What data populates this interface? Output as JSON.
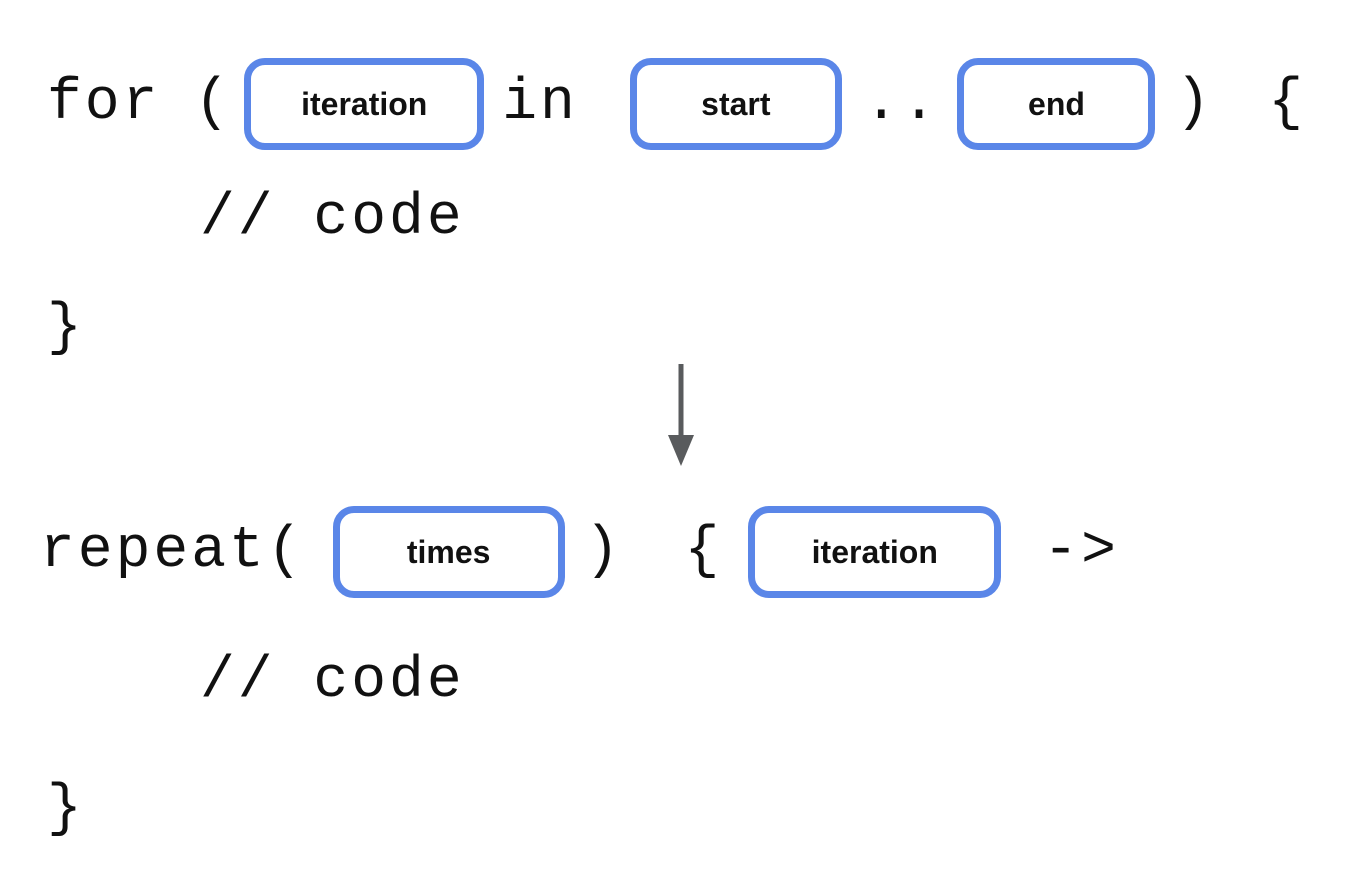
{
  "for_syntax": {
    "keyword": "for",
    "open_paren": "(",
    "keyword_in": "in",
    "range_operator": "..",
    "close_paren": ")",
    "open_brace": "{",
    "comment": "// code",
    "close_brace": "}",
    "placeholders": {
      "iteration": "iteration",
      "start": "start",
      "end": "end"
    }
  },
  "repeat_syntax": {
    "call": "repeat(",
    "close_paren": ")",
    "open_brace": "{",
    "lambda_arrow": "->",
    "comment": "// code",
    "close_brace": "}",
    "placeholders": {
      "times": "times",
      "iteration": "iteration"
    }
  },
  "icons": {
    "transform_arrow": "down-arrow"
  },
  "colors": {
    "placeholder_border": "#5A86E8",
    "code_text": "#111111",
    "arrow": "#595B5D"
  }
}
